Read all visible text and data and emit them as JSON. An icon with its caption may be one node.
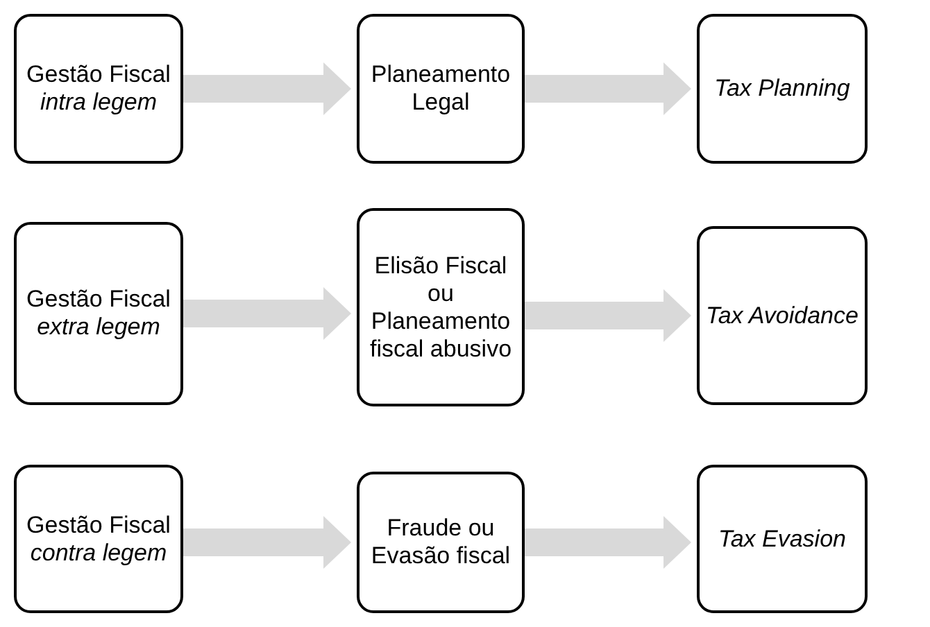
{
  "diagram": {
    "nodes": [
      {
        "text": [
          "Gestão Fiscal *intra legem*"
        ]
      },
      {
        "text": [
          "Planeamento Legal"
        ]
      },
      {
        "text": [
          "Tax Planning"
        ]
      },
      {
        "text": [
          "Gestão Fiscal *extra legem*"
        ]
      },
      {
        "text": [
          "Elisão Fiscal ou Planeamento fiscal abusivo"
        ]
      },
      {
        "text": [
          "Tax Avoidance"
        ]
      },
      {
        "text": [
          "Gestão Fiscal *contra legem*"
        ]
      },
      {
        "text": [
          "Fraude ou Evasão fiscal"
        ]
      },
      {
        "text": [
          "Tax Evasion"
        ]
      }
    ],
    "edges": [
      {
        "from": 0,
        "to": 1,
        "arrow": "to"
      },
      {
        "from": 1,
        "to": 2,
        "arrow": "to"
      },
      {
        "from": 3,
        "to": 4,
        "arrow": "to"
      },
      {
        "from": 4,
        "to": 5,
        "arrow": "to"
      },
      {
        "from": 6,
        "to": 7,
        "arrow": "to"
      },
      {
        "from": 7,
        "to": 8,
        "arrow": "to"
      }
    ]
  }
}
